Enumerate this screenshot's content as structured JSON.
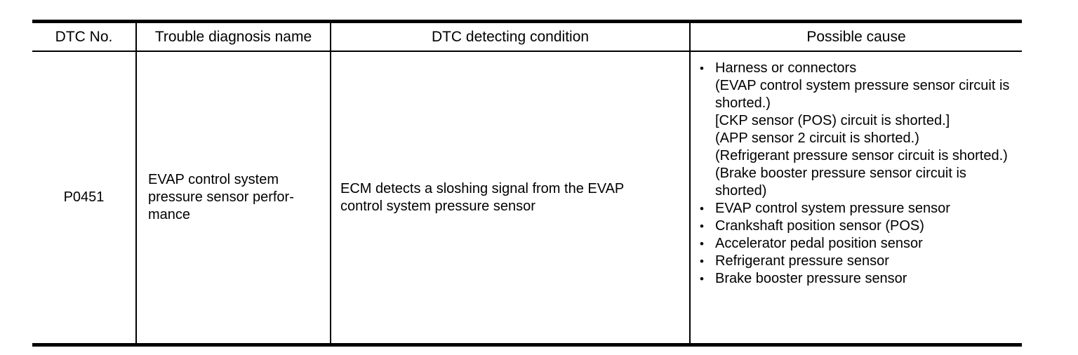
{
  "document": {
    "background_color": "#ffffff",
    "text_color": "#000000",
    "rule_color": "#000000"
  },
  "table": {
    "headers": [
      "DTC No.",
      "Trouble diagnosis name",
      "DTC detecting condition",
      "Possible cause"
    ],
    "row": {
      "dtc_no": "P0451",
      "trouble_diagnosis_name": "EVAP control system\npressure sensor perfor-\nmance",
      "dtc_detecting_condition": "ECM detects a sloshing signal from the EVAP\ncontrol system pressure sensor",
      "possible_causes": [
        {
          "label": "Harness or connectors",
          "details": [
            "(EVAP control system pressure sensor circuit is shorted.)",
            "[CKP sensor (POS) circuit is shorted.]",
            "(APP sensor 2 circuit is shorted.)",
            "(Refrigerant pressure sensor circuit is shorted.)",
            "(Brake booster pressure sensor circuit is shorted)"
          ]
        },
        {
          "label": "EVAP control system pressure sensor",
          "details": []
        },
        {
          "label": "Crankshaft position sensor (POS)",
          "details": []
        },
        {
          "label": "Accelerator pedal position sensor",
          "details": []
        },
        {
          "label": "Refrigerant pressure sensor",
          "details": []
        },
        {
          "label": "Brake booster pressure sensor",
          "details": []
        }
      ],
      "bullet_glyph": "•"
    }
  }
}
